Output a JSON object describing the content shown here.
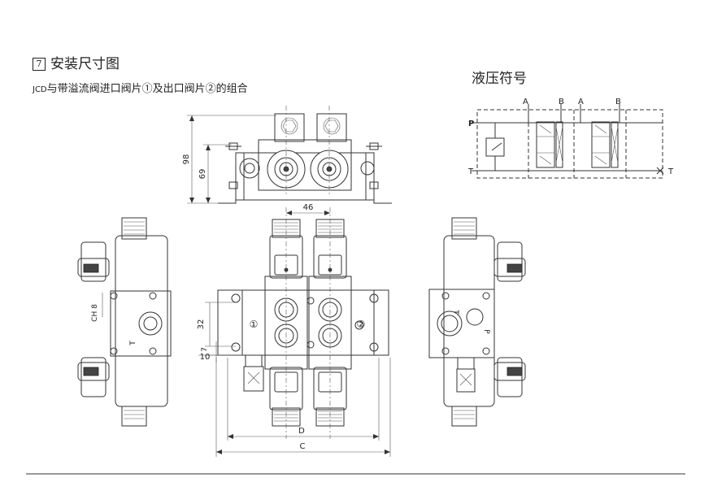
{
  "header": {
    "section_number": "7",
    "section_title": "安装尺寸图",
    "subtitle_prefix": "JCD",
    "subtitle": "与带溢流阀进口阀片①及出口阀片②的组合"
  },
  "hydraulic_symbol": {
    "title": "液压符号",
    "port_labels": {
      "a1": "A",
      "b1": "B",
      "a2": "A",
      "b2": "B",
      "p": "P",
      "t_left": "T",
      "t_right": "T"
    }
  },
  "dimensions": {
    "overall_height": "98",
    "mount_height": "69",
    "spacing": "46",
    "hole_offset": "32",
    "small_offset": "7",
    "edge_offset": "10",
    "length_d": "D",
    "length_c": "C",
    "hex_size": "CH 8"
  },
  "callouts": {
    "inlet_slice": "①",
    "outlet_slice": "②"
  },
  "side_view_ports": {
    "left_t": "T",
    "right_t": "T",
    "right_p": "P"
  }
}
